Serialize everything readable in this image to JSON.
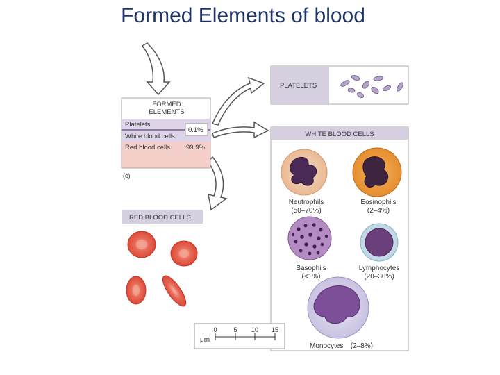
{
  "title": "Formed Elements of blood",
  "formed_elements": {
    "header": [
      "FORMED",
      "ELEMENTS"
    ],
    "rows": [
      {
        "name": "Platelets",
        "percent": ""
      },
      {
        "name": "White blood cells",
        "percent": "0.1%"
      },
      {
        "name": "Red blood cells",
        "percent": "99.9%"
      }
    ],
    "figure_label": "(c)"
  },
  "platelets_panel": {
    "label": "PLATELETS"
  },
  "wbc_panel": {
    "label": "WHITE BLOOD CELLS",
    "cells": [
      {
        "name": "Neutrophils",
        "percent": "(50–70%)"
      },
      {
        "name": "Eosinophils",
        "percent": "(2–4%)"
      },
      {
        "name": "Basophils",
        "percent": "(<1%)"
      },
      {
        "name": "Lymphocytes",
        "percent": "(20–30%)"
      },
      {
        "name": "Monocytes",
        "percent": "(2–8%)"
      }
    ]
  },
  "rbc_panel": {
    "label": "RED BLOOD CELLS"
  },
  "scale_bar": {
    "unit": "μm",
    "ticks": [
      "0",
      "5",
      "10",
      "15"
    ]
  },
  "colors": {
    "title": "#1f3567",
    "panel_header": "#d6cfe0",
    "table_pink": "#f5cfca",
    "table_purple": "#ded4ea",
    "rbc": "#e35a4b",
    "arrow_stroke": "#555555"
  }
}
